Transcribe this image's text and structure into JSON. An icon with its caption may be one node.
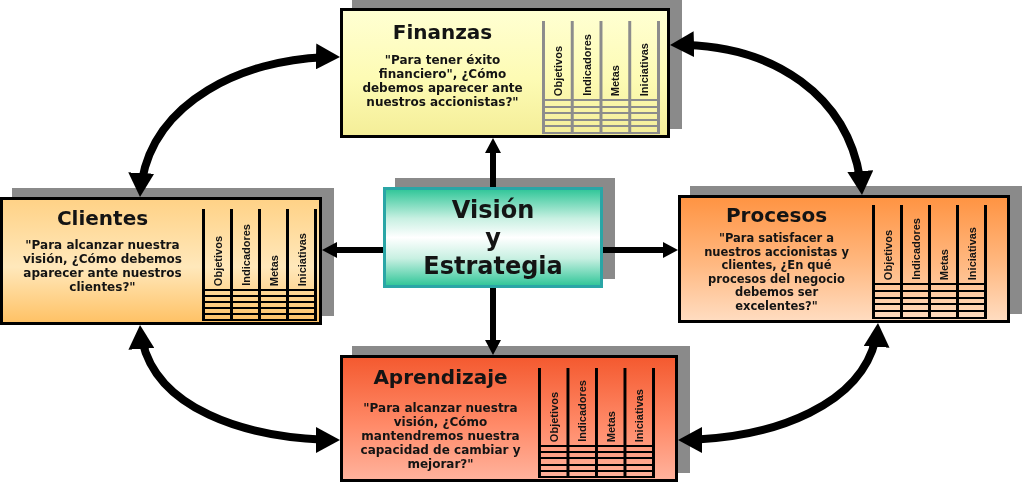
{
  "diagram": {
    "nodes": [
      {
        "text": [
          "Finanzas",
          "\"Para tener éxito financiero\", ¿Cómo debemos aparecer ante nuestros accionistas?\"",
          "Objetivos",
          "Indicadores",
          "Metas",
          "Iniciativas"
        ]
      },
      {
        "text": [
          "Clientes",
          "\"Para alcanzar nuestra visión, ¿Cómo debemos aparecer ante nuestros clientes?\"",
          "Objetivos",
          "Indicadores",
          "Metas",
          "Iniciativas"
        ]
      },
      {
        "text": [
          "Visión y Estrategia"
        ]
      },
      {
        "text": [
          "Procesos",
          "\"Para satisfacer a nuestros accionistas y clientes, ¿En qué procesos del negocio debemos ser excelentes?\"",
          "Objetivos",
          "Indicadores",
          "Metas",
          "Iniciativas"
        ]
      },
      {
        "text": [
          "Aprendizaje",
          "\"Para alcanzar nuestra visión, ¿Cómo mantendremos nuestra capacidad de cambiar y mejorar?\"",
          "Objetivos",
          "Indicadores",
          "Metas",
          "Iniciativas"
        ]
      }
    ],
    "edges": [
      {
        "from": 2,
        "to": 0,
        "arrow": "to"
      },
      {
        "from": 2,
        "to": 1,
        "arrow": "to"
      },
      {
        "from": 2,
        "to": 3,
        "arrow": "to"
      },
      {
        "from": 2,
        "to": 4,
        "arrow": "to"
      },
      {
        "from": 0,
        "to": 1,
        "arrow": "both"
      },
      {
        "from": 0,
        "to": 3,
        "arrow": "both"
      },
      {
        "from": 1,
        "to": 4,
        "arrow": "both"
      },
      {
        "from": 3,
        "to": 4,
        "arrow": "both"
      }
    ]
  }
}
